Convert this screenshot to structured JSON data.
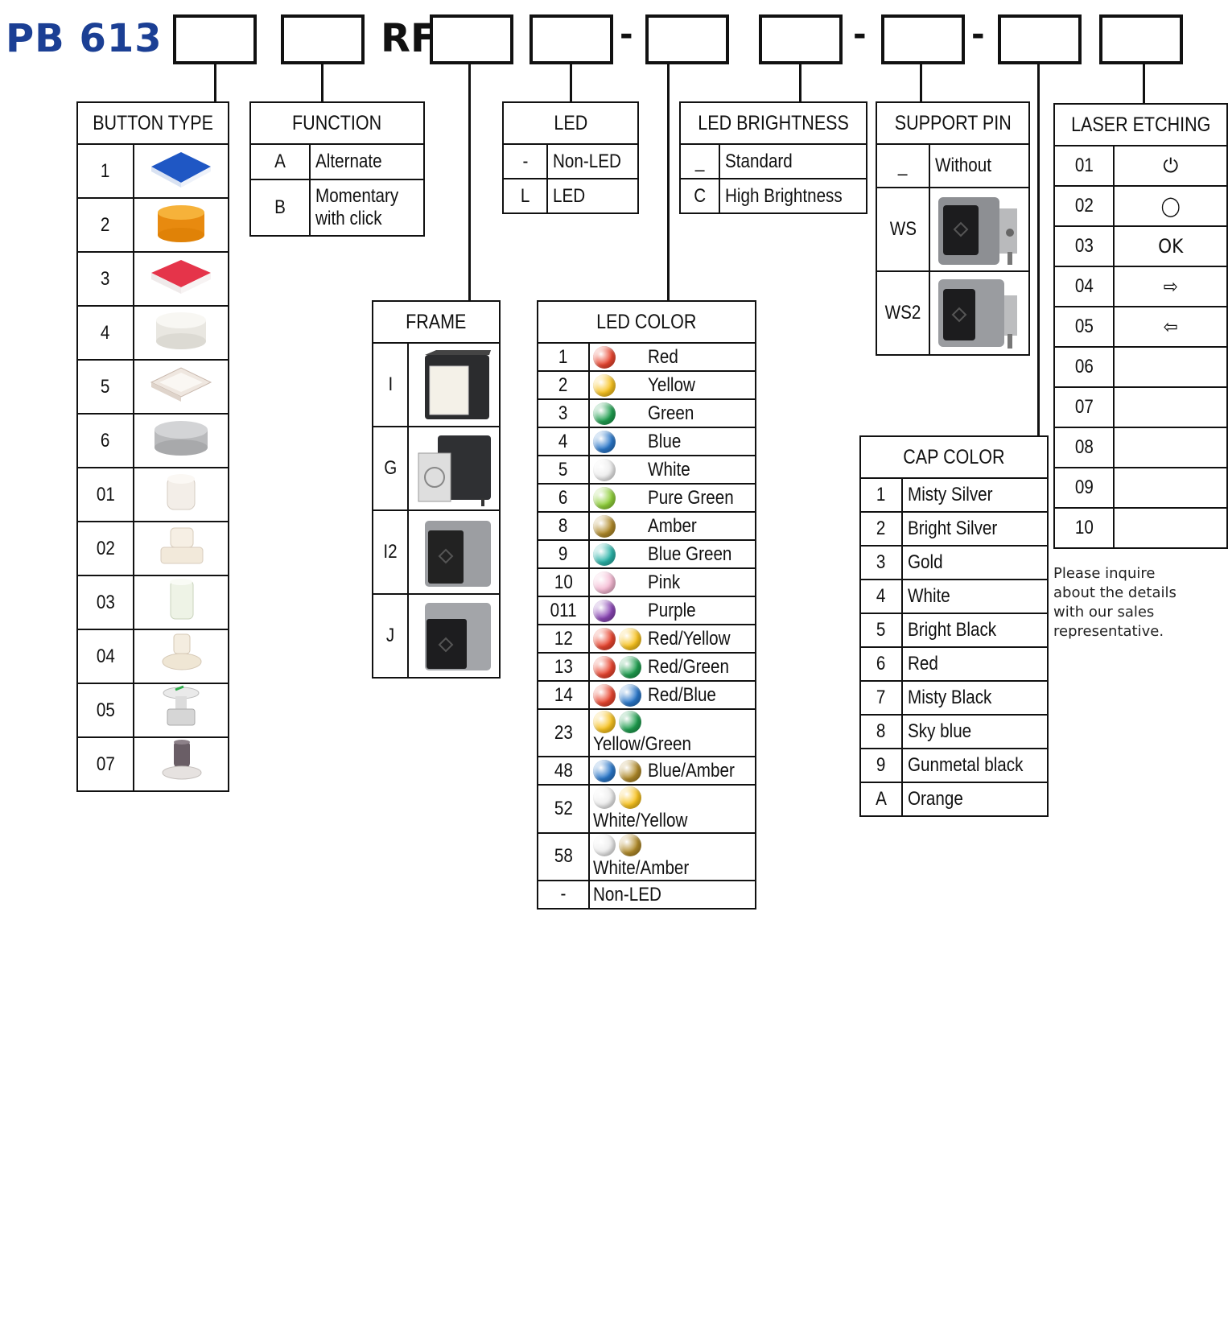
{
  "header": {
    "model": "PB 613",
    "rf_label": "RF",
    "dash": "-"
  },
  "button_type": {
    "title": "BUTTON TYPE",
    "rows": [
      {
        "code": "1",
        "icon": "blue-square-cap"
      },
      {
        "code": "2",
        "icon": "orange-round-cap"
      },
      {
        "code": "3",
        "icon": "red-square-cap"
      },
      {
        "code": "4",
        "icon": "white-round-cap"
      },
      {
        "code": "5",
        "icon": "clear-square-cap"
      },
      {
        "code": "6",
        "icon": "grey-round-cap"
      },
      {
        "code": "01",
        "icon": "clear-stem-cap"
      },
      {
        "code": "02",
        "icon": "clear-flange-cap"
      },
      {
        "code": "03",
        "icon": "clear-tall-cap"
      },
      {
        "code": "04",
        "icon": "clear-post-cap"
      },
      {
        "code": "05",
        "icon": "clear-mushroom-cap"
      },
      {
        "code": "07",
        "icon": "dark-post-cap"
      }
    ]
  },
  "function": {
    "title": "FUNCTION",
    "rows": [
      {
        "code": "A",
        "label": "Alternate"
      },
      {
        "code": "B",
        "label": "Momentary with click",
        "line1": "Momentary",
        "line2": "with click"
      }
    ]
  },
  "led": {
    "title": "LED",
    "rows": [
      {
        "code": "-",
        "label": "Non-LED"
      },
      {
        "code": "L",
        "label": "LED"
      }
    ]
  },
  "led_brightness": {
    "title": "LED BRIGHTNESS",
    "rows": [
      {
        "code": "_",
        "label": "Standard"
      },
      {
        "code": "C",
        "label": "High Brightness"
      }
    ]
  },
  "support_pin": {
    "title": "SUPPORT PIN",
    "rows": [
      {
        "code": "_",
        "label": "Without"
      },
      {
        "code": "WS",
        "icon": "switch-with-pin"
      },
      {
        "code": "WS2",
        "icon": "switch-with-pin-2"
      }
    ]
  },
  "laser_etching": {
    "title": "LASER ETCHING",
    "rows": [
      {
        "code": "01",
        "icon": "power-icon",
        "glyph": "⏻"
      },
      {
        "code": "02",
        "icon": "circle-icon",
        "glyph": "◯"
      },
      {
        "code": "03",
        "icon": "ok-text",
        "glyph": "OK"
      },
      {
        "code": "04",
        "icon": "arrow-right-icon",
        "glyph": "⇨"
      },
      {
        "code": "05",
        "icon": "arrow-left-icon",
        "glyph": "⇦"
      },
      {
        "code": "06",
        "glyph": ""
      },
      {
        "code": "07",
        "glyph": ""
      },
      {
        "code": "08",
        "glyph": ""
      },
      {
        "code": "09",
        "glyph": ""
      },
      {
        "code": "10",
        "glyph": ""
      }
    ],
    "note": "Please inquire about the details with our sales representative."
  },
  "frame": {
    "title": "FRAME",
    "rows": [
      {
        "code": "I",
        "icon": "frame-i"
      },
      {
        "code": "G",
        "icon": "frame-g"
      },
      {
        "code": "I2",
        "icon": "frame-i2"
      },
      {
        "code": "J",
        "icon": "frame-j"
      }
    ]
  },
  "led_color": {
    "title": "LED COLOR",
    "rows": [
      {
        "code": "1",
        "label": "Red",
        "colors": [
          "#e8452f"
        ]
      },
      {
        "code": "2",
        "label": "Yellow",
        "colors": [
          "#f7c21f"
        ]
      },
      {
        "code": "3",
        "label": "Green",
        "colors": [
          "#1f9e4f"
        ]
      },
      {
        "code": "4",
        "label": "Blue",
        "colors": [
          "#2a77c9"
        ]
      },
      {
        "code": "5",
        "label": "White",
        "colors": [
          "#ececec"
        ]
      },
      {
        "code": "6",
        "label": "Pure Green",
        "colors": [
          "#8fcf3a"
        ]
      },
      {
        "code": "8",
        "label": "Amber",
        "colors": [
          "#b08a2a"
        ]
      },
      {
        "code": "9",
        "label": "Blue Green",
        "colors": [
          "#2bb3a8"
        ]
      },
      {
        "code": "10",
        "label": "Pink",
        "colors": [
          "#f4b8d2"
        ]
      },
      {
        "code": "011",
        "label": "Purple",
        "colors": [
          "#8a46b4"
        ]
      },
      {
        "code": "12",
        "label": "Red/Yellow",
        "colors": [
          "#e8452f",
          "#f7c21f"
        ]
      },
      {
        "code": "13",
        "label": "Red/Green",
        "colors": [
          "#e8452f",
          "#1f9e4f"
        ]
      },
      {
        "code": "14",
        "label": "Red/Blue",
        "colors": [
          "#e8452f",
          "#2a77c9"
        ]
      },
      {
        "code": "23",
        "label": "Yellow/Green",
        "colors": [
          "#f7c21f",
          "#1f9e4f"
        ]
      },
      {
        "code": "48",
        "label": "Blue/Amber",
        "colors": [
          "#2a77c9",
          "#b08a2a"
        ]
      },
      {
        "code": "52",
        "label": "White/Yellow",
        "colors": [
          "#ececec",
          "#f7c21f"
        ]
      },
      {
        "code": "58",
        "label": "White/Amber",
        "colors": [
          "#ececec",
          "#b08a2a"
        ]
      },
      {
        "code": "-",
        "label": "Non-LED",
        "colors": []
      }
    ]
  },
  "cap_color": {
    "title": "CAP COLOR",
    "rows": [
      {
        "code": "1",
        "label": "Misty Silver"
      },
      {
        "code": "2",
        "label": "Bright Silver"
      },
      {
        "code": "3",
        "label": "Gold"
      },
      {
        "code": "4",
        "label": "White"
      },
      {
        "code": "5",
        "label": "Bright Black"
      },
      {
        "code": "6",
        "label": "Red"
      },
      {
        "code": "7",
        "label": "Misty Black"
      },
      {
        "code": "8",
        "label": "Sky blue"
      },
      {
        "code": "9",
        "label": "Gunmetal black"
      },
      {
        "code": "A",
        "label": "Orange"
      }
    ]
  }
}
